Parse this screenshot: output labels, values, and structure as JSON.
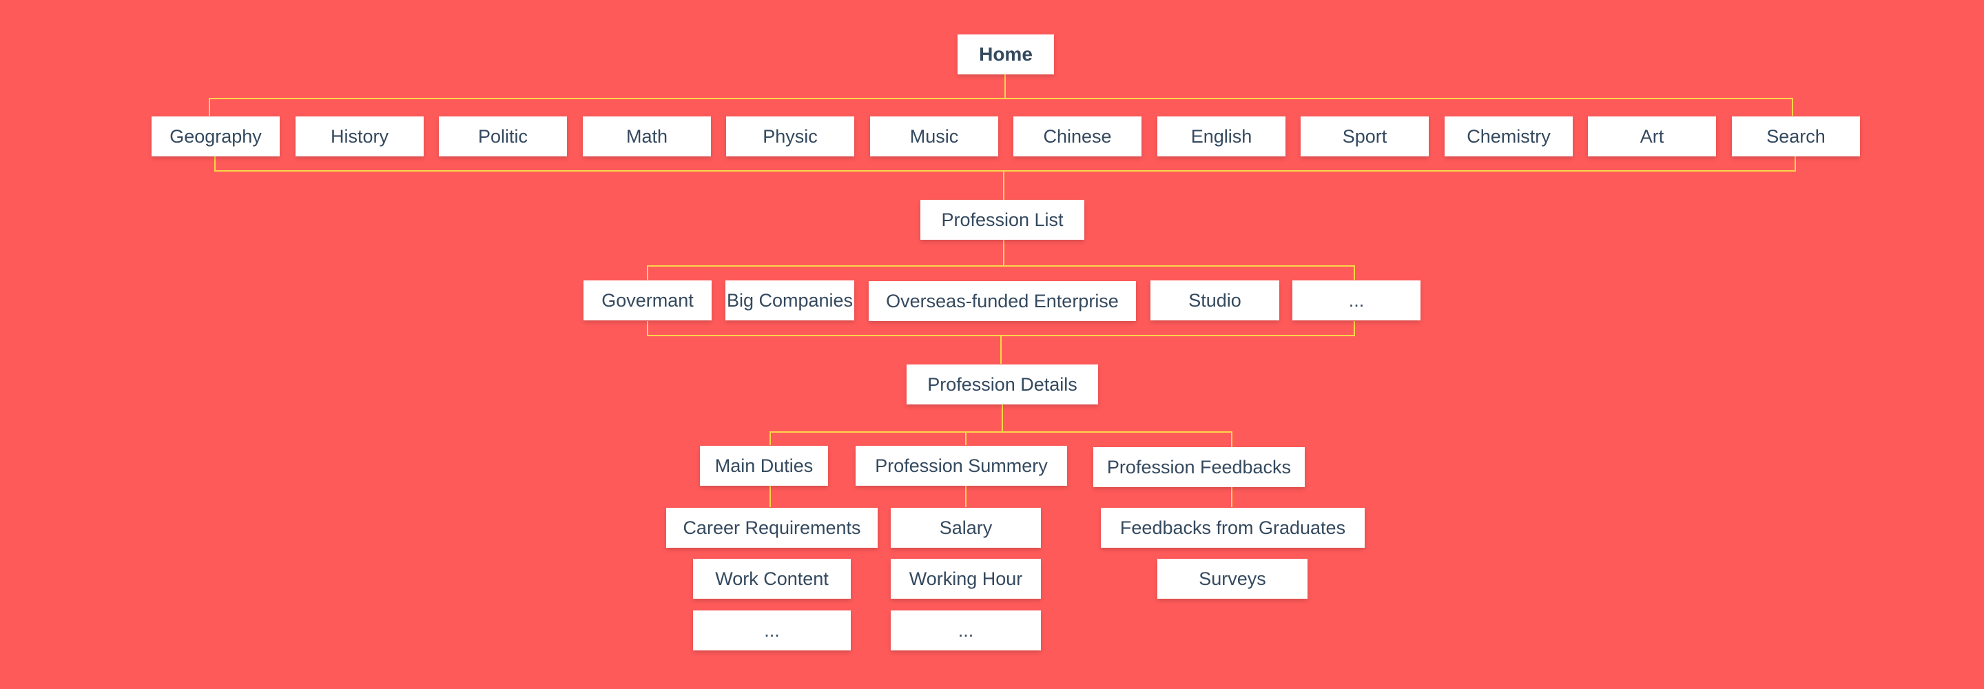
{
  "home": {
    "label": "Home"
  },
  "subjects": [
    "Geography",
    "History",
    "Politic",
    "Math",
    "Physic",
    "Music",
    "Chinese",
    "English",
    "Sport",
    "Chemistry",
    "Art",
    "Search"
  ],
  "profession_list": {
    "label": "Profession List"
  },
  "employers": [
    "Govermant",
    "Big Companies",
    "Overseas-funded Enterprise",
    "Studio",
    "..."
  ],
  "profession_details": {
    "label": "Profession Details"
  },
  "detail_sections": {
    "main_duties": {
      "label": "Main Duties",
      "items": [
        "Career Requirements",
        "Work Content",
        "..."
      ]
    },
    "profession_summery": {
      "label": "Profession Summery",
      "items": [
        "Salary",
        "Working Hour",
        "..."
      ]
    },
    "profession_feedbacks": {
      "label": "Profession Feedbacks",
      "items": [
        "Feedbacks from Graduates",
        "Surveys"
      ]
    }
  },
  "colors": {
    "background": "#FF5A5A",
    "node_fill": "#FFFFFF",
    "node_text": "#34495E",
    "connector": "#F9D64A"
  }
}
